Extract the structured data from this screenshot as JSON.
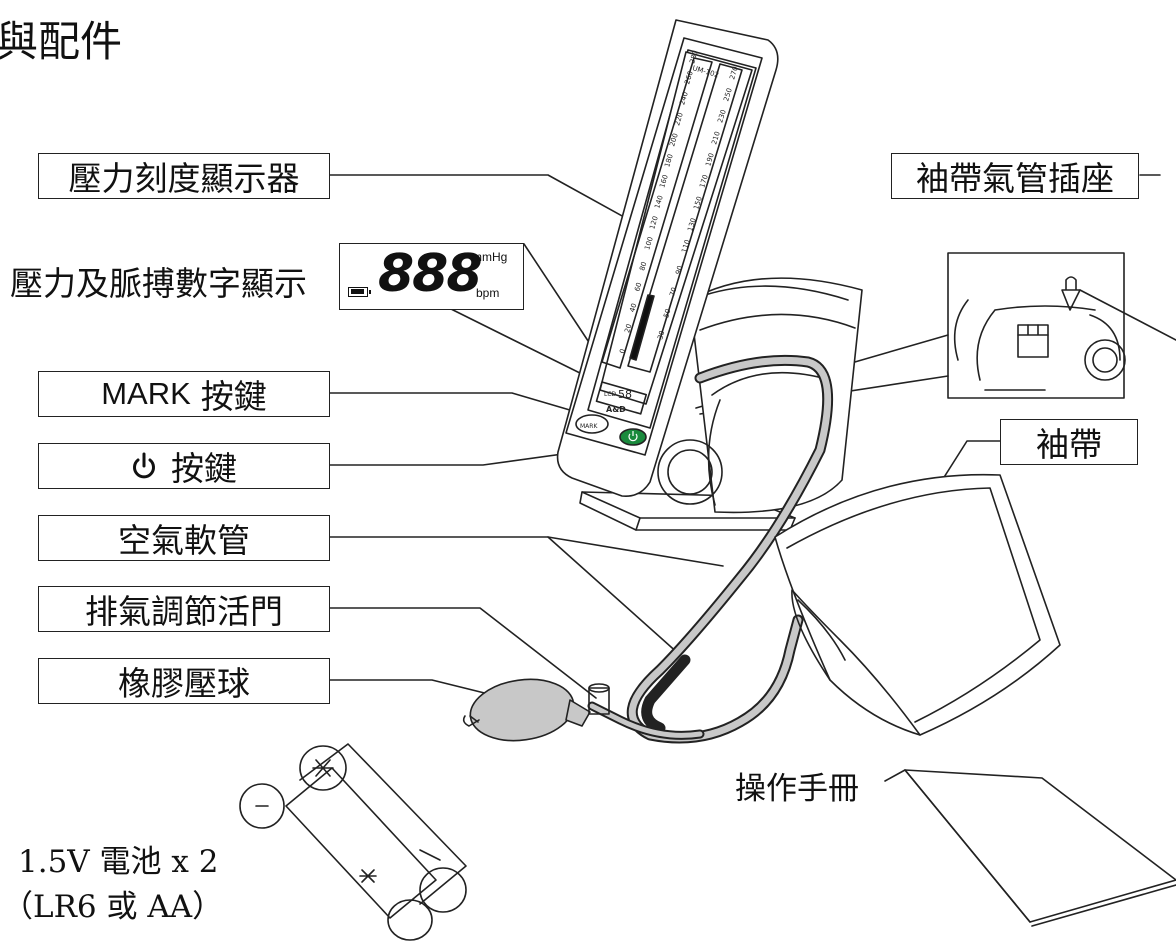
{
  "page": {
    "title": "與配件"
  },
  "labels": {
    "pressure_scale": "壓力刻度顯示器",
    "digital_display": "壓力及脈搏數字顯示",
    "mark_key_bold": "MARK",
    "mark_key_rest": "按鍵",
    "power_key_rest": "按鍵",
    "air_hose": "空氣軟管",
    "exhaust_valve": "排氣調節活門",
    "rubber_bulb": "橡膠壓球",
    "cuff_socket": "袖帶氣管插座",
    "cuff": "袖帶",
    "manual": "操作手冊",
    "battery_line1": "1.5V 電池 x 2",
    "battery_line2": "（LR6 或 AA）"
  },
  "lcd": {
    "digits": "888",
    "unit_top": "mmHg",
    "unit_bottom": "bpm"
  },
  "device": {
    "model_label": "UM-102",
    "small_lcd_value": "58",
    "small_lcd_tag": "LCD",
    "mark_button_label": "MARK",
    "brand": "A&D",
    "left_scale": [
      "280",
      "260",
      "240",
      "220",
      "200",
      "180",
      "160",
      "140",
      "120",
      "100",
      "80",
      "60",
      "40",
      "20",
      "0"
    ],
    "right_scale": [
      "270",
      "250",
      "230",
      "210",
      "190",
      "170",
      "150",
      "130",
      "110",
      "90",
      "70",
      "50",
      "30"
    ]
  },
  "icons": {
    "power": "power-icon"
  }
}
